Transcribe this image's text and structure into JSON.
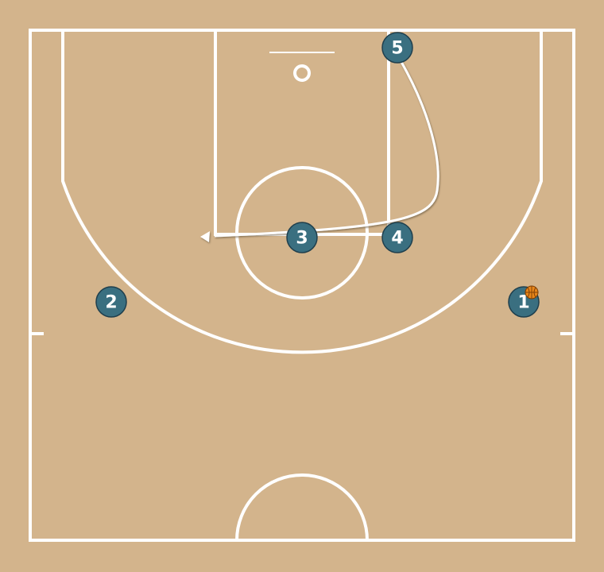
{
  "colors": {
    "court": "#d3b48c",
    "lines": "#ffffff",
    "player": "#3a6f80",
    "ball": "#e8861a"
  },
  "players": [
    {
      "id": "1",
      "label": "1",
      "has_ball": true
    },
    {
      "id": "2",
      "label": "2",
      "has_ball": false
    },
    {
      "id": "3",
      "label": "3",
      "has_ball": false
    },
    {
      "id": "4",
      "label": "4",
      "has_ball": false
    },
    {
      "id": "5",
      "label": "5",
      "has_ball": false
    }
  ],
  "ball_icon": "basketball-icon",
  "movement": {
    "player": "5",
    "type": "cut",
    "description_icon": "arrow-path"
  }
}
